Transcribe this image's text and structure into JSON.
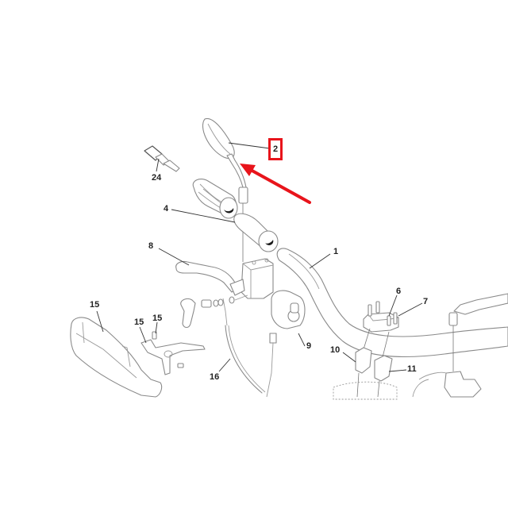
{
  "diagram": {
    "type": "exploded-parts-diagram",
    "subject": "motorcycle handlebar assembly",
    "background": "#ffffff",
    "line_color": "#8a8a8a",
    "highlight_color": "#e8141b"
  },
  "callouts": [
    {
      "id": "1",
      "label": "1",
      "part": "handlebar"
    },
    {
      "id": "2",
      "label": "2",
      "part": "mirror",
      "highlighted": true
    },
    {
      "id": "4",
      "label": "4",
      "part": "grip"
    },
    {
      "id": "6",
      "label": "6",
      "part": "upper clamp"
    },
    {
      "id": "7",
      "label": "7",
      "part": "clamp bolt"
    },
    {
      "id": "8",
      "label": "8",
      "part": "brake lever"
    },
    {
      "id": "9",
      "label": "9",
      "part": "switch housing"
    },
    {
      "id": "10",
      "label": "10",
      "part": "riser left"
    },
    {
      "id": "11",
      "label": "11",
      "part": "riser right"
    },
    {
      "id": "15a",
      "label": "15",
      "part": "hand guard"
    },
    {
      "id": "15b",
      "label": "15",
      "part": "hand guard bracket"
    },
    {
      "id": "15c",
      "label": "15",
      "part": "bracket bolt"
    },
    {
      "id": "16",
      "label": "16",
      "part": "brake hose"
    },
    {
      "id": "24",
      "label": "24",
      "part": "bar end weight"
    }
  ],
  "highlight": {
    "target_label": "2",
    "box_color": "#e8141b",
    "arrow_color": "#e8141b"
  }
}
